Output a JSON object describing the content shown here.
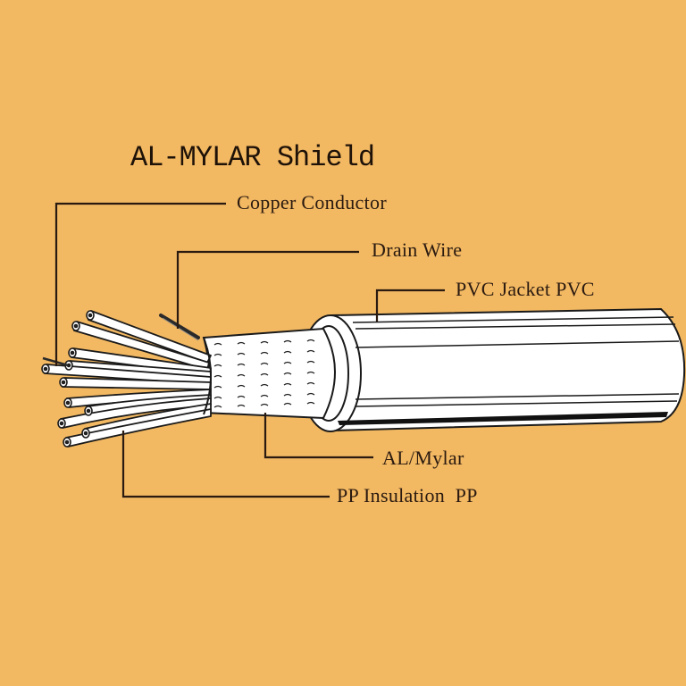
{
  "diagram": {
    "title": "AL-MYLAR Shield",
    "background_color": "#F2B862",
    "line_color": "#2a1a10",
    "labels": {
      "copper_conductor": "Copper Conductor",
      "drain_wire": "Drain Wire",
      "pvc_jacket": "PVC Jacket PVC",
      "al_mylar": "AL/Mylar",
      "pp_insulation": "PP Insulation  PP"
    },
    "components": [
      {
        "name": "Copper Conductor",
        "pointer": "left-side wire tips"
      },
      {
        "name": "Drain Wire",
        "pointer": "dark wire above shield"
      },
      {
        "name": "PVC Jacket PVC",
        "pointer": "outer white jacket"
      },
      {
        "name": "AL/Mylar",
        "pointer": "patterned foil shield"
      },
      {
        "name": "PP Insulation  PP",
        "pointer": "white insulated cores"
      }
    ]
  }
}
